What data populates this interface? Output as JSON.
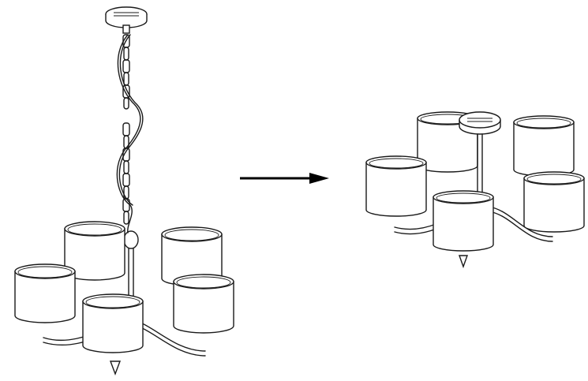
{
  "figure": {
    "panels": [
      {
        "id": "hanging",
        "shades": 5,
        "suspension": "chain"
      },
      {
        "id": "flush",
        "shades": 5,
        "suspension": "none"
      }
    ],
    "arrow": {
      "direction": "right"
    },
    "colors": {
      "line": "#1a1a1a",
      "background": "#ffffff"
    }
  }
}
